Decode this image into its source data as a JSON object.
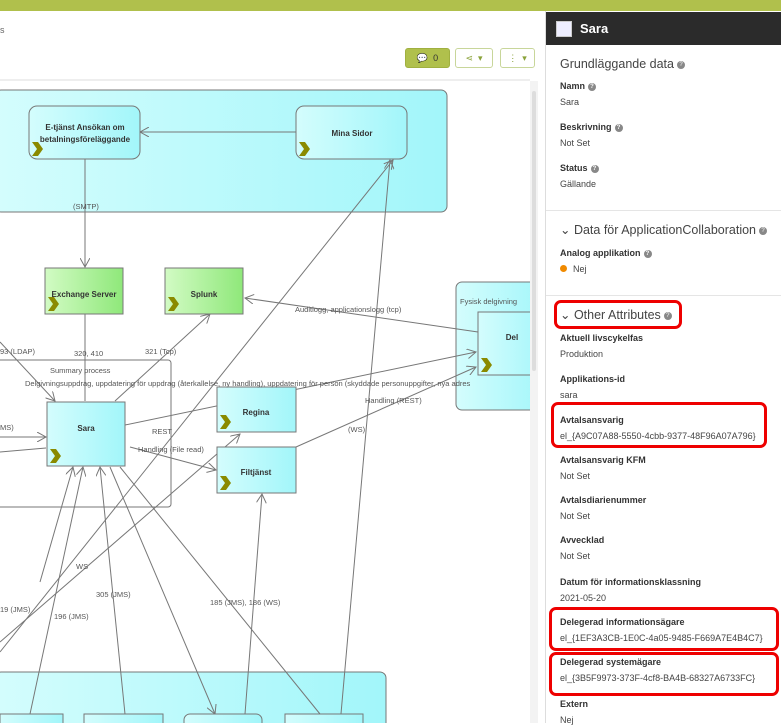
{
  "toolbar": {
    "crumb": "s",
    "comment_count": "0"
  },
  "diagram": {
    "nodes": {
      "etjanst1": "E-tjänst Ansökan om",
      "etjanst2": "betalningsföreläggande",
      "mina_sidor": "Mina Sidor",
      "exchange": "Exchange Server",
      "splunk": "Splunk",
      "fysisk": "Fysisk delgivning",
      "del": "Del",
      "summary": "Summary process",
      "sara": "Sara",
      "regina": "Regina",
      "filtjanst": "Filtjänst"
    },
    "labels": {
      "smtp": "(SMTP)",
      "audit": "Auditlogg, applicationslogg (tcp)",
      "ldap": "93 (LDAP)",
      "l320": "320, 410",
      "tcp": "321 (Tcp)",
      "delg": "Delgivningsuppdrag, uppdatering för uppdrag (återkallelse, ny handling),  uppdatering för person (skyddade personuppgifter, nya adres",
      "rest": "REST",
      "handling_rest": "Handling (REST)",
      "jms": "MS)",
      "file_read": "Handling (File read)",
      "ws_paren": "(WS)",
      "ws": "WS",
      "j19": "19 (JMS)",
      "j196": "196 (JMS)",
      "j305": "305 (JMS)",
      "j185": "185 (JMS), 186 (WS)"
    }
  },
  "panel": {
    "title": "Sara",
    "s1": {
      "title": "Grundläggande data",
      "fields": [
        {
          "label": "Namn",
          "value": "Sara"
        },
        {
          "label": "Beskrivning",
          "value": "Not Set"
        },
        {
          "label": "Status",
          "value": "Gällande"
        }
      ]
    },
    "s2": {
      "title": "Data för ApplicationCollaboration",
      "label": "Analog applikation",
      "value": "Nej",
      "dot_color": "#f08a00"
    },
    "s3": {
      "title": "Other Attributes",
      "fields": [
        {
          "label": "Aktuell livscykelfas",
          "value": "Produktion"
        },
        {
          "label": "Applikations-id",
          "value": "sara"
        },
        {
          "label": "Avtalsansvarig",
          "value": "el_{A9C07A88-5550-4cbb-9377-48F96A07A796}"
        },
        {
          "label": "Avtalsansvarig KFM",
          "value": "Not Set"
        },
        {
          "label": "Avtalsdiarienummer",
          "value": "Not Set"
        },
        {
          "label": "Avvecklad",
          "value": "Not Set"
        },
        {
          "label": "Datum för informationsklassning",
          "value": "2021-05-20"
        },
        {
          "label": "Delegerad informationsägare",
          "value": "el_{1EF3A3CB-1E0C-4a05-9485-F669A7E4B4C7}"
        },
        {
          "label": "Delegerad systemägare",
          "value": "el_{3B5F9973-373F-4cf8-BA4B-68327A6733FC}"
        },
        {
          "label": "Extern",
          "value": "Nej"
        }
      ]
    }
  }
}
